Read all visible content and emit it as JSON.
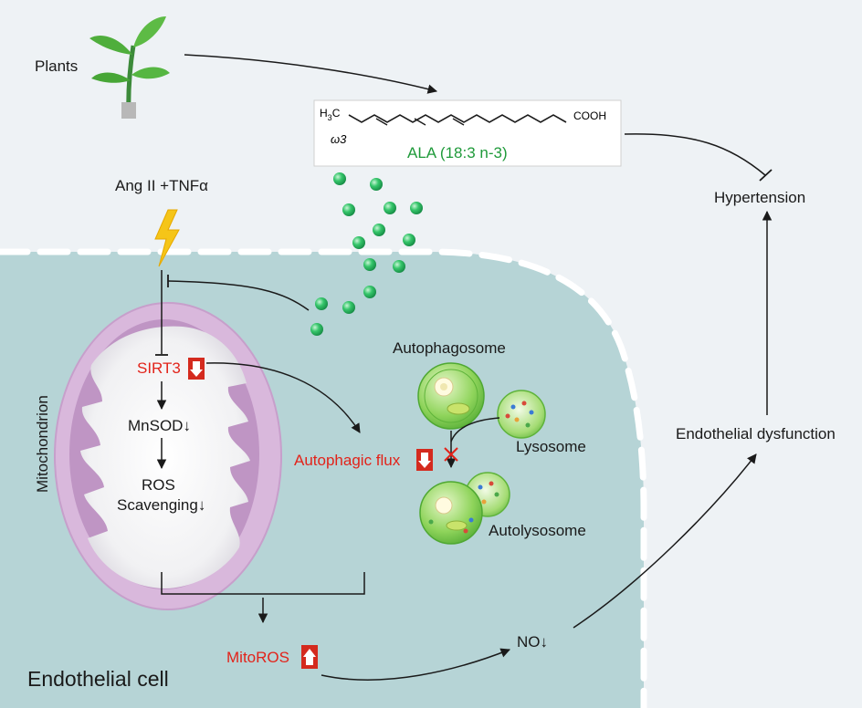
{
  "labels": {
    "plants": "Plants",
    "formula_left": "H",
    "formula_sub": "3",
    "formula_c": "C",
    "cooh": "COOH",
    "omega": "ω3",
    "ala": "ALA (18:3 n-3)",
    "hypertension": "Hypertension",
    "stimulus": "Ang II +TNFα",
    "mitochondrion": "Mitochondrion",
    "sirt3": "SIRT3",
    "mnsod": "MnSOD↓",
    "ros": "ROS",
    "scavenging": "Scavenging↓",
    "autophagosome": "Autophagosome",
    "lysosome": "Lysosome",
    "autophagic_flux": "Autophagic flux",
    "autolysosome": "Autolysosome",
    "endothelial_dysfunction": "Endothelial dysfunction",
    "no": "NO↓",
    "mitoros": "MitoROS",
    "endothelial_cell": "Endothelial cell"
  },
  "colors": {
    "cell_fill": "#b6d4d6",
    "outside_fill": "#eef2f5",
    "membrane": "#ffffff",
    "mito_outer": "#d9b8dc",
    "mito_inner": "#bf95c4",
    "sphere": "#2fbf63",
    "organelle": "#7fcc55",
    "red_badge": "#d42a1e",
    "text_red": "#e2231a",
    "text_green": "#1f9a3a"
  },
  "icons": [
    "plant-icon",
    "lightning-icon",
    "down-arrow-icon",
    "up-arrow-icon",
    "x-mark-icon"
  ]
}
